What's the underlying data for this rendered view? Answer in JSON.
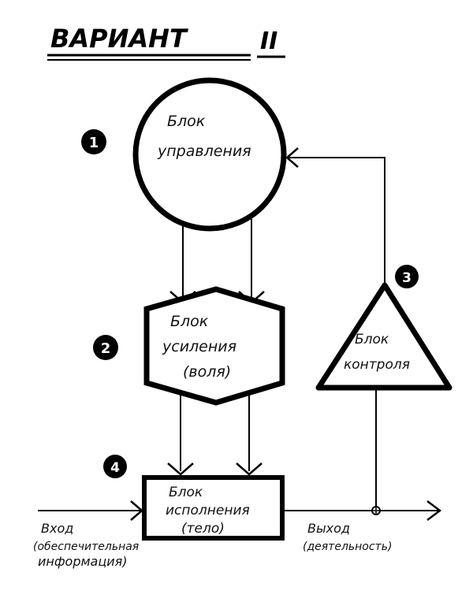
{
  "title": {
    "word": "ВАРИАНТ",
    "numeral": "II"
  },
  "blocks": {
    "control_unit": {
      "number": "1",
      "line1": "Блок",
      "line2": "управления"
    },
    "amplifier": {
      "number": "2",
      "line1": "Блок",
      "line2": "усиления",
      "line3": "(воля)"
    },
    "monitor": {
      "number": "3",
      "line1": "Блок",
      "line2": "контроля"
    },
    "executor": {
      "number": "4",
      "line1": "Блок",
      "line2": "исполнения",
      "line3": "(тело)"
    }
  },
  "io": {
    "input": {
      "line1": "Вход",
      "line2": "(обеспечительная",
      "line3": "информация)"
    },
    "output": {
      "line1": "Выход",
      "line2": "(деятельность)"
    }
  },
  "colors": {
    "ink": "#111111",
    "background": "#ffffff"
  }
}
